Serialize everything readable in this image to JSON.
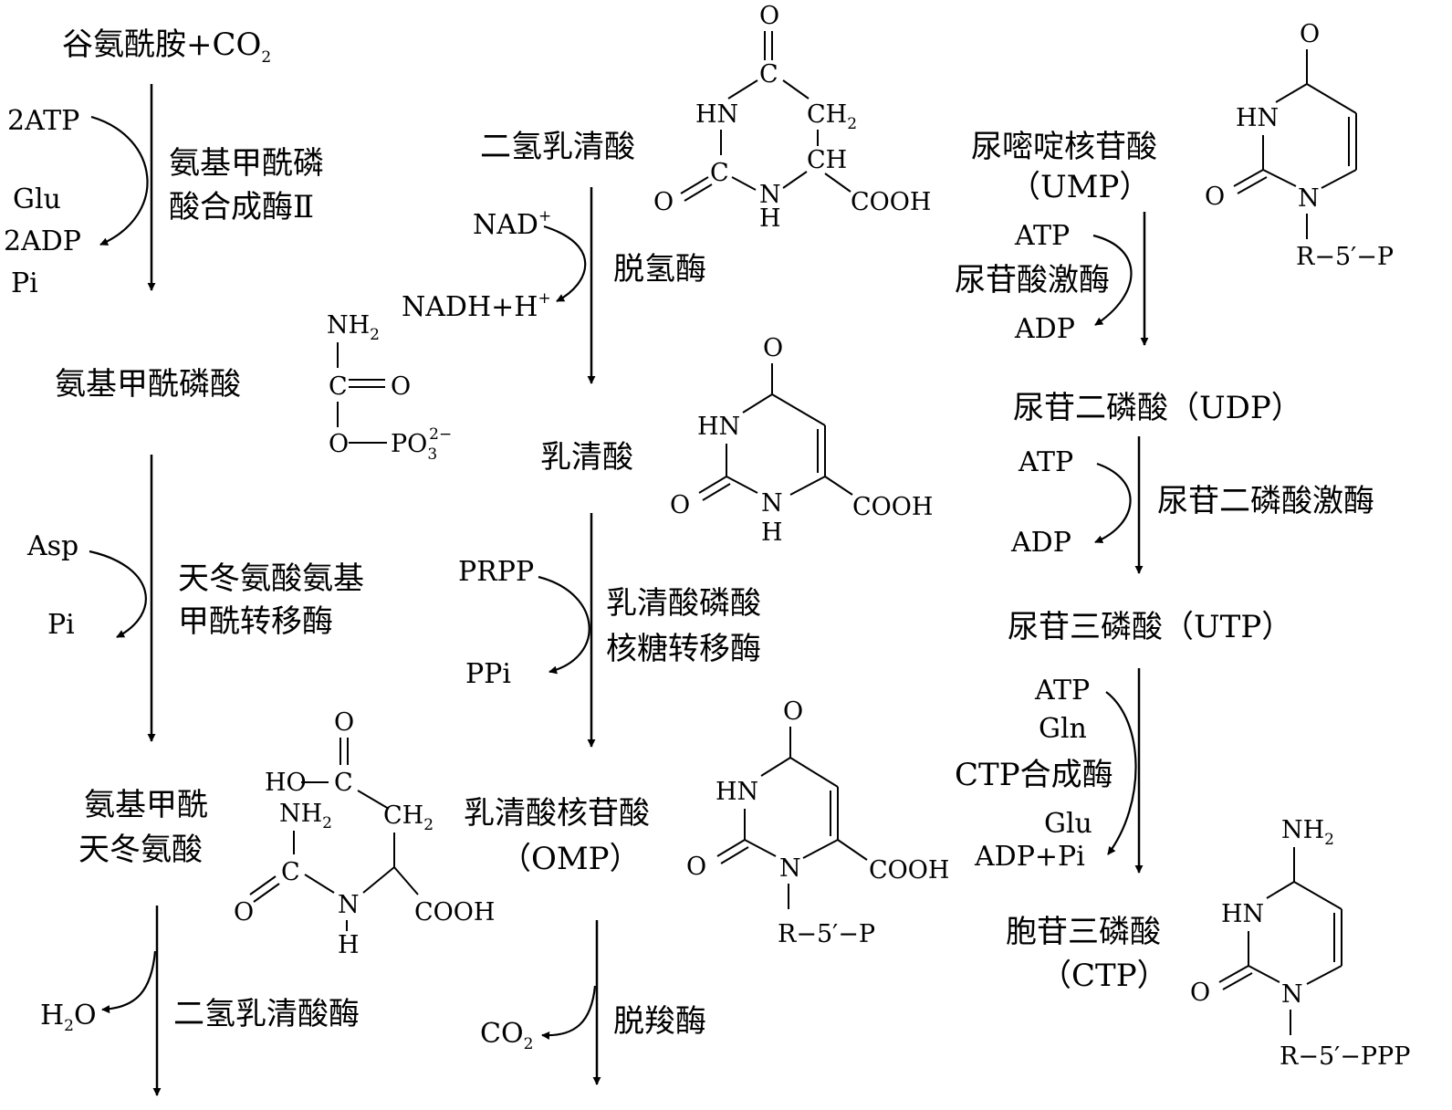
{
  "col1": {
    "start": "谷氨酰胺+CO",
    "start_sub": "2",
    "cofactor_in": "2ATP",
    "glu": "Glu",
    "cofactor_out": "2ADP",
    "pi1": "Pi",
    "enzyme1_line1": "氨基甲酰磷",
    "enzyme1_line2": "酸合成酶Ⅱ",
    "intermediate1": "氨基甲酰磷酸",
    "asp": "Asp",
    "pi2": "Pi",
    "enzyme2_line1": "天冬氨酸氨基",
    "enzyme2_line2": "甲酰转移酶",
    "intermediate2_line1": "氨基甲酰",
    "intermediate2_line2": "天冬氨酸",
    "water": "H",
    "water_sub": "2",
    "water_o": "O",
    "enzyme3": "二氢乳清酸酶"
  },
  "col2": {
    "dihydroorotate": "二氢乳清酸",
    "nad": "NAD",
    "nad_sup": "+",
    "nadh": "NADH+H",
    "nadh_sup": "+",
    "enzyme4": "脱氢酶",
    "orotate": "乳清酸",
    "prpp": "PRPP",
    "ppi": "PPi",
    "enzyme5_line1": "乳清酸磷酸",
    "enzyme5_line2": "核糖转移酶",
    "omp_line1": "乳清酸核苷酸",
    "omp_line2": "（OMP）",
    "co2": "CO",
    "co2_sub": "2",
    "enzyme6": "脱羧酶"
  },
  "col3": {
    "ump_line1": "尿嘧啶核苷酸",
    "ump_line2": "（UMP）",
    "atp1": "ATP",
    "enzyme7": "尿苷酸激酶",
    "adp1": "ADP",
    "udp": "尿苷二磷酸（UDP）",
    "atp2": "ATP",
    "enzyme8": "尿苷二磷酸激酶",
    "adp2": "ADP",
    "utp": "尿苷三磷酸（UTP）",
    "atp3": "ATP",
    "gln": "Gln",
    "enzyme9": "CTP合成酶",
    "glu": "Glu",
    "adp_pi": "ADP+Pi",
    "ctp_line1": "胞苷三磷酸",
    "ctp_line2": "（CTP）"
  },
  "structures": {
    "carbamoyl_phosphate": {
      "nh2": "NH",
      "nh2_sub": "2",
      "c": "C",
      "o": "O",
      "o2": "O",
      "po3": "PO",
      "po3_sub": "3",
      "po3_sup": "2−"
    },
    "carbamoyl_aspartate": {
      "o_top": "O",
      "ho": "HO",
      "c1": "C",
      "nh2": "NH",
      "nh2_sub": "2",
      "ch2": "CH",
      "ch2_sub": "2",
      "o_left": "O",
      "c2": "C",
      "n": "N",
      "h": "H",
      "cooh": "COOH"
    },
    "dihydroorotate": {
      "o_top": "O",
      "c_top": "C",
      "hn": "HN",
      "ch2": "CH",
      "ch2_sub": "2",
      "o_left": "O",
      "c_left": "C",
      "n": "N",
      "h": "H",
      "ch": "CH",
      "cooh": "COOH"
    },
    "orotate": {
      "o_top": "O",
      "hn": "HN",
      "o_left": "O",
      "n": "N",
      "h": "H",
      "cooh": "COOH"
    },
    "omp": {
      "o_top": "O",
      "hn": "HN",
      "o_left": "O",
      "n": "N",
      "cooh": "COOH",
      "r": "R−5′−P"
    },
    "ump": {
      "o_top": "O",
      "hn": "HN",
      "o_left": "O",
      "n": "N",
      "r": "R−5′−P"
    },
    "ctp": {
      "nh2": "NH",
      "nh2_sub": "2",
      "hn": "HN",
      "o_left": "O",
      "n": "N",
      "r": "R−5′−PPP"
    }
  }
}
